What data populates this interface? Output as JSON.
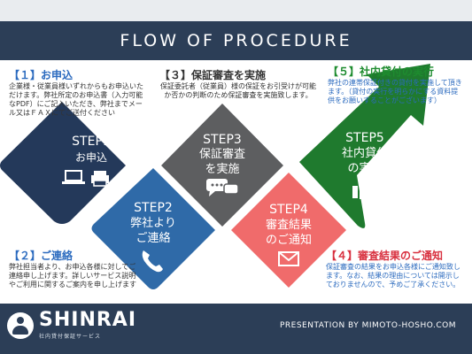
{
  "header": {
    "title": "FLOW OF PROCEDURE"
  },
  "footer": {
    "brand_name": "SHINRAI",
    "brand_sub": "社内貸付保証サービス",
    "credit": "PRESENTATION BY MIMOTO-HOSHO.COM"
  },
  "steps": [
    {
      "label": "STEP1",
      "text1": "お申込",
      "text2": "",
      "color": "#24395a",
      "icon": "laptop-printer-icon"
    },
    {
      "label": "STEP2",
      "text1": "弊社より",
      "text2": "ご連絡",
      "color": "#2f6aa8",
      "icon": "phone-icon"
    },
    {
      "label": "STEP3",
      "text1": "保証審査",
      "text2": "を実施",
      "color": "#5d5e60",
      "icon": "chat-icon"
    },
    {
      "label": "STEP4",
      "text1": "審査結果",
      "text2": "のご通知",
      "color": "#f06b6b",
      "icon": "mail-icon"
    },
    {
      "label": "STEP5",
      "text1": "社内貸付",
      "text2": "の実行",
      "color": "#1f7a2e",
      "icon": "thumbs-up-icon"
    }
  ],
  "notes": {
    "n1": {
      "heading": "【１】お申込",
      "body": "企業様・従業員様いずれからもお申込いただけます。弊社所定のお申込書（入力可能なPDF）にご記入いただき、弊社までメール又はＦＡＸにてご送付ください"
    },
    "n2": {
      "heading": "【２】ご連絡",
      "body": "弊社担当者より、お申込各様に対してご連絡申し上げます。詳しいサービス説明やご利用に関するご案内を申し上げます"
    },
    "n3": {
      "heading": "【３】保証審査を実施",
      "body": "保証委託者（従業員）様の保証をお引受けが可能か否かの判断のため保証審査を実施致します。"
    },
    "n4": {
      "heading": "【４】審査結果のご通知",
      "body": "保証審査の結果をお申込各様にご通知致します。なお、結果の理由については開示しておりませんので、予めご了承ください。"
    },
    "n5": {
      "heading": "【５】社内貸付の実行",
      "body": "弊社の連帯保証付きの貸付を実施して頂きます。（貸付の実行を明らかにする資料提供をお願いすることがございます）"
    }
  }
}
